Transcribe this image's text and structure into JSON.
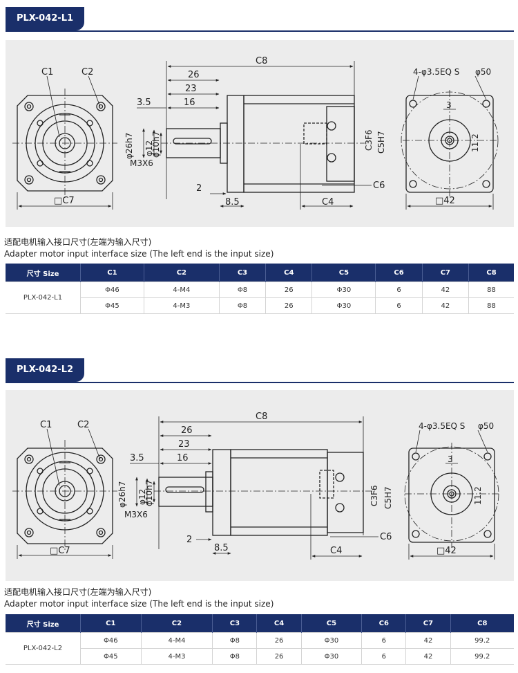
{
  "sections": [
    {
      "model_tag": "PLX-042-L1",
      "drawing": {
        "left_labels": [
          "C1",
          "C2",
          "□C7"
        ],
        "side_labels": [
          "C8",
          "26",
          "23",
          "3.5",
          "16",
          "φ26h7",
          "φ12",
          "φ10h7",
          "M3X6",
          "2",
          "8.5",
          "C3F6",
          "C5H7",
          "C6",
          "C4"
        ],
        "right_labels": [
          "4-φ3.5EQ S",
          "φ50",
          "3",
          "11.2",
          "□42"
        ]
      },
      "caption_cn": "适配电机输入接口尺寸(左端为输入尺寸)",
      "caption_en": "Adapter motor input interface size (The left end is the input size)",
      "table": {
        "headers": [
          "尺寸 Size",
          "C1",
          "C2",
          "C3",
          "C4",
          "C5",
          "C6",
          "C7",
          "C8"
        ],
        "model": "PLX-042-L1",
        "rows": [
          [
            "Φ46",
            "4-M4",
            "Φ8",
            "26",
            "Φ30",
            "6",
            "42",
            "88"
          ],
          [
            "Φ45",
            "4-M3",
            "Φ8",
            "26",
            "Φ30",
            "6",
            "42",
            "88"
          ]
        ]
      }
    },
    {
      "model_tag": "PLX-042-L2",
      "drawing": {
        "left_labels": [
          "C1",
          "C2",
          "□C7"
        ],
        "side_labels": [
          "C8",
          "26",
          "23",
          "3.5",
          "16",
          "φ26h7",
          "φ12",
          "φ10h7",
          "M3X6",
          "2",
          "8.5",
          "C3F6",
          "C5H7",
          "C6",
          "C4"
        ],
        "right_labels": [
          "4-φ3.5EQ S",
          "φ50",
          "3",
          "11.2",
          "□42"
        ]
      },
      "caption_cn": "适配电机输入接口尺寸(左端为输入尺寸)",
      "caption_en": "Adapter motor input interface size (The left end is the input size)",
      "table": {
        "headers": [
          "尺寸 Size",
          "C1",
          "C2",
          "C3",
          "C4",
          "C5",
          "C6",
          "C7",
          "C8"
        ],
        "model": "PLX-042-L2",
        "rows": [
          [
            "Φ46",
            "4-M4",
            "Φ8",
            "26",
            "Φ30",
            "6",
            "42",
            "99.2"
          ],
          [
            "Φ45",
            "4-M3",
            "Φ8",
            "26",
            "Φ30",
            "6",
            "42",
            "99.2"
          ]
        ]
      }
    }
  ]
}
